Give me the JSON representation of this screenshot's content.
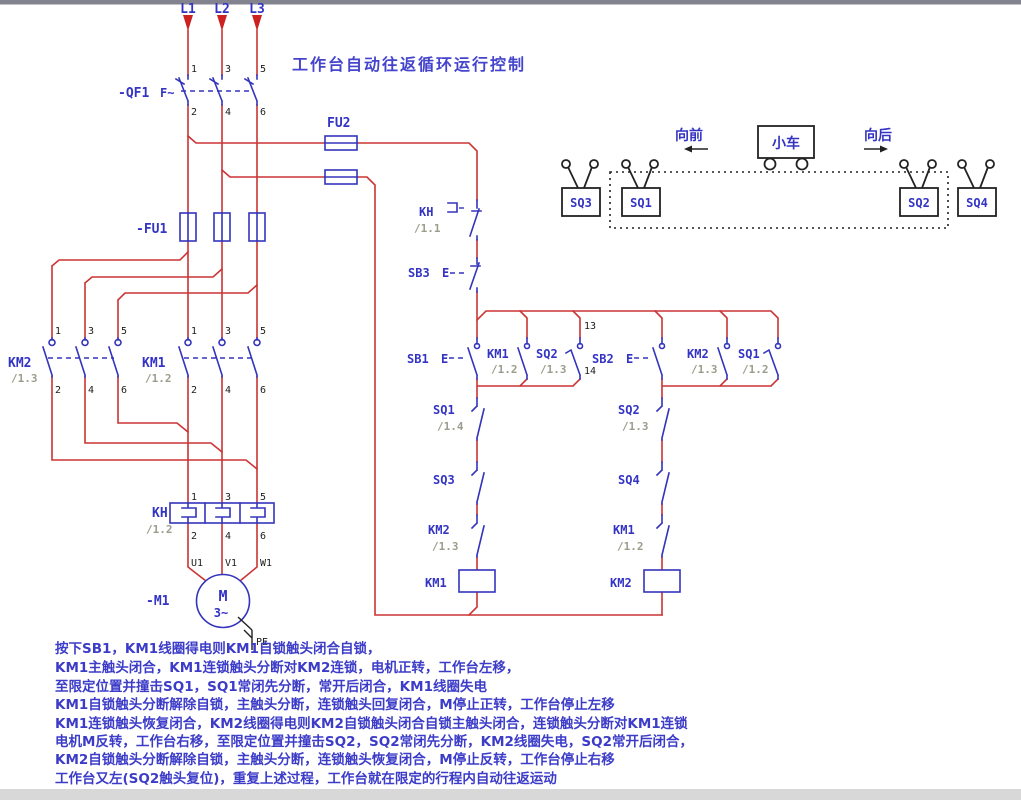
{
  "title": "工作台自动往返循环运行控制",
  "colors": {
    "wire_red": "#cc3434",
    "symbol_blue": "#3434bc",
    "label_blue": "#3434c4",
    "ref_gray": "#9c9c8c",
    "caption_blue": "#3c3cc8",
    "black": "#222222"
  },
  "power": {
    "phase_labels": [
      "L1",
      "L2",
      "L3"
    ],
    "breaker_label": "-QF1",
    "breaker_handle": "F~",
    "fu1_label": "-FU1",
    "fu2_label": "FU2"
  },
  "terminals": {
    "odd": [
      "1",
      "3",
      "5"
    ],
    "even": [
      "2",
      "4",
      "6"
    ],
    "aux_top": "13",
    "aux_bottom": "14"
  },
  "main": {
    "km2": {
      "label": "KM2",
      "ref": "/1.3"
    },
    "km1": {
      "label": "KM1",
      "ref": "/1.2"
    },
    "kh": {
      "label": "KH",
      "ref": "/1.2"
    },
    "motor": {
      "label": "-M1",
      "letter": "M",
      "phase": "3~",
      "u": "U1",
      "v": "V1",
      "w": "W1",
      "pe": "PE"
    }
  },
  "control": {
    "kh": {
      "label": "KH",
      "ref": "/1.1"
    },
    "sb3": {
      "label": "SB3",
      "actuator": "E"
    },
    "sb1": {
      "label": "SB1",
      "actuator": "E"
    },
    "km1_aux": {
      "label": "KM1",
      "ref": "/1.2"
    },
    "sq2_aux": {
      "label": "SQ2",
      "ref": "/1.3"
    },
    "sb2": {
      "label": "SB2",
      "actuator": "E"
    },
    "km2_aux": {
      "label": "KM2",
      "ref": "/1.3"
    },
    "sq1_aux": {
      "label": "SQ1",
      "ref": "/1.2"
    },
    "sq1_nc": {
      "label": "SQ1",
      "ref": "/1.4"
    },
    "sq3_nc": {
      "label": "SQ3"
    },
    "km2_nc": {
      "label": "KM2",
      "ref": "/1.3"
    },
    "km1_coil": {
      "label": "KM1"
    },
    "sq2_nc": {
      "label": "SQ2",
      "ref": "/1.3"
    },
    "sq4_nc": {
      "label": "SQ4"
    },
    "km1_nc": {
      "label": "KM1",
      "ref": "/1.2"
    },
    "km2_coil": {
      "label": "KM2"
    }
  },
  "cart": {
    "forward": "向前",
    "backward": "向后",
    "cart_label": "小车",
    "sq3": "SQ3",
    "sq1": "SQ1",
    "sq2": "SQ2",
    "sq4": "SQ4"
  },
  "description_lines": [
    "按下SB1，KM1线圈得电则KM1自锁触头闭合自锁，",
    "KM1主触头闭合，KM1连锁触头分断对KM2连锁，电机正转，工作台左移，",
    "至限定位置并撞击SQ1，SQ1常闭先分断，常开后闭合，KM1线圈失电",
    "KM1自锁触头分断解除自锁，主触头分断，连锁触头回复闭合，M停止正转，工作台停止左移",
    "KM1连锁触头恢复闭合，KM2线圈得电则KM2自锁触头闭合自锁主触头闭合，连锁触头分断对KM1连锁",
    "电机M反转，工作台右移，至限定位置并撞击SQ2，SQ2常闭先分断，KM2线圈失电，SQ2常开后闭合，",
    "KM2自锁触头分断解除自锁，主触头分断，连锁触头恢复闭合，M停止反转，工作台停止右移",
    "工作台又左(SQ2触头复位)，重复上述过程，工作台就在限定的行程内自动往返运动"
  ]
}
